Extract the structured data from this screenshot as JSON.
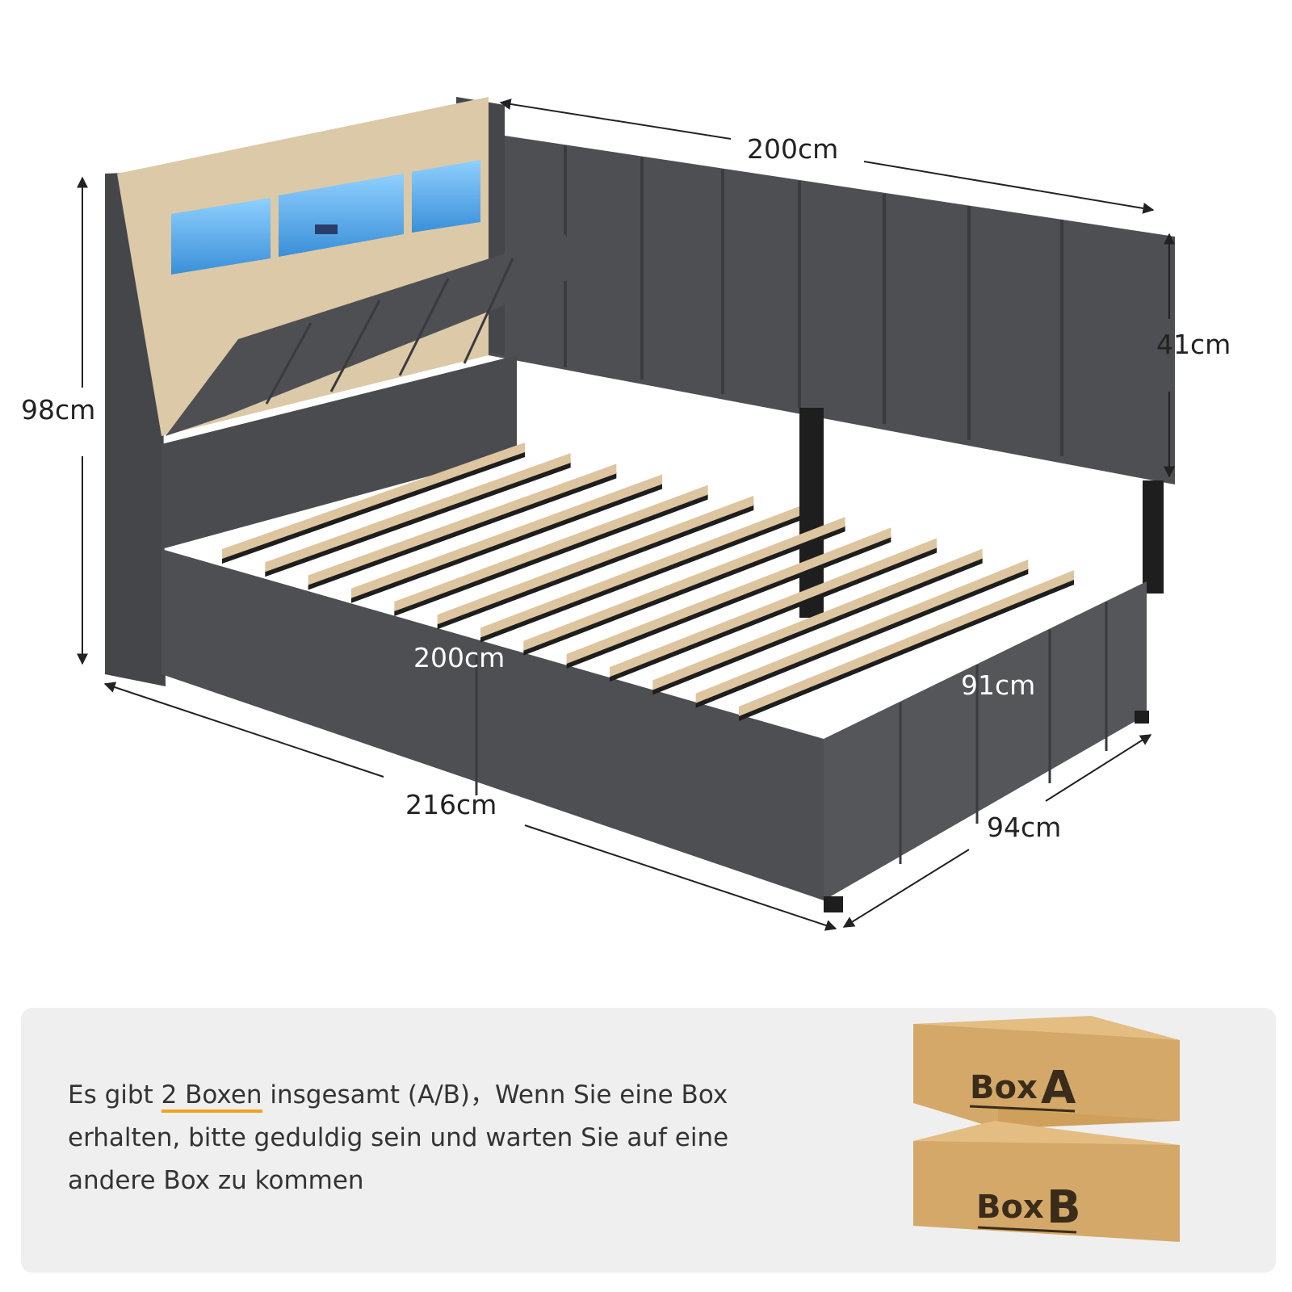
{
  "colors": {
    "fabric": "#4e4f52",
    "fabric_dark": "#3c3d40",
    "wood": "#dcc9a8",
    "slat": "#ddc5a0",
    "metal": "#1e1e1e",
    "led": "#5fb4f2",
    "cardboard": "#d4a868",
    "highlight": "#f2a11f",
    "panel": "#efefef"
  },
  "dimensions": {
    "headboard_length": "200cm",
    "headboard_height": "41cm",
    "total_height": "98cm",
    "mattress_length": "200cm",
    "mattress_width": "91cm",
    "total_length": "216cm",
    "total_width": "94cm"
  },
  "notice": {
    "part1": "Es gibt ",
    "highlight": "2 Boxen",
    "part2": " insgesamt (A/B)，Wenn Sie eine Box erhalten, bitte geduldig sein und warten Sie auf eine andere Box zu kommen"
  },
  "boxes": [
    {
      "prefix": "Box",
      "letter": "A"
    },
    {
      "prefix": "Box",
      "letter": "B"
    }
  ]
}
